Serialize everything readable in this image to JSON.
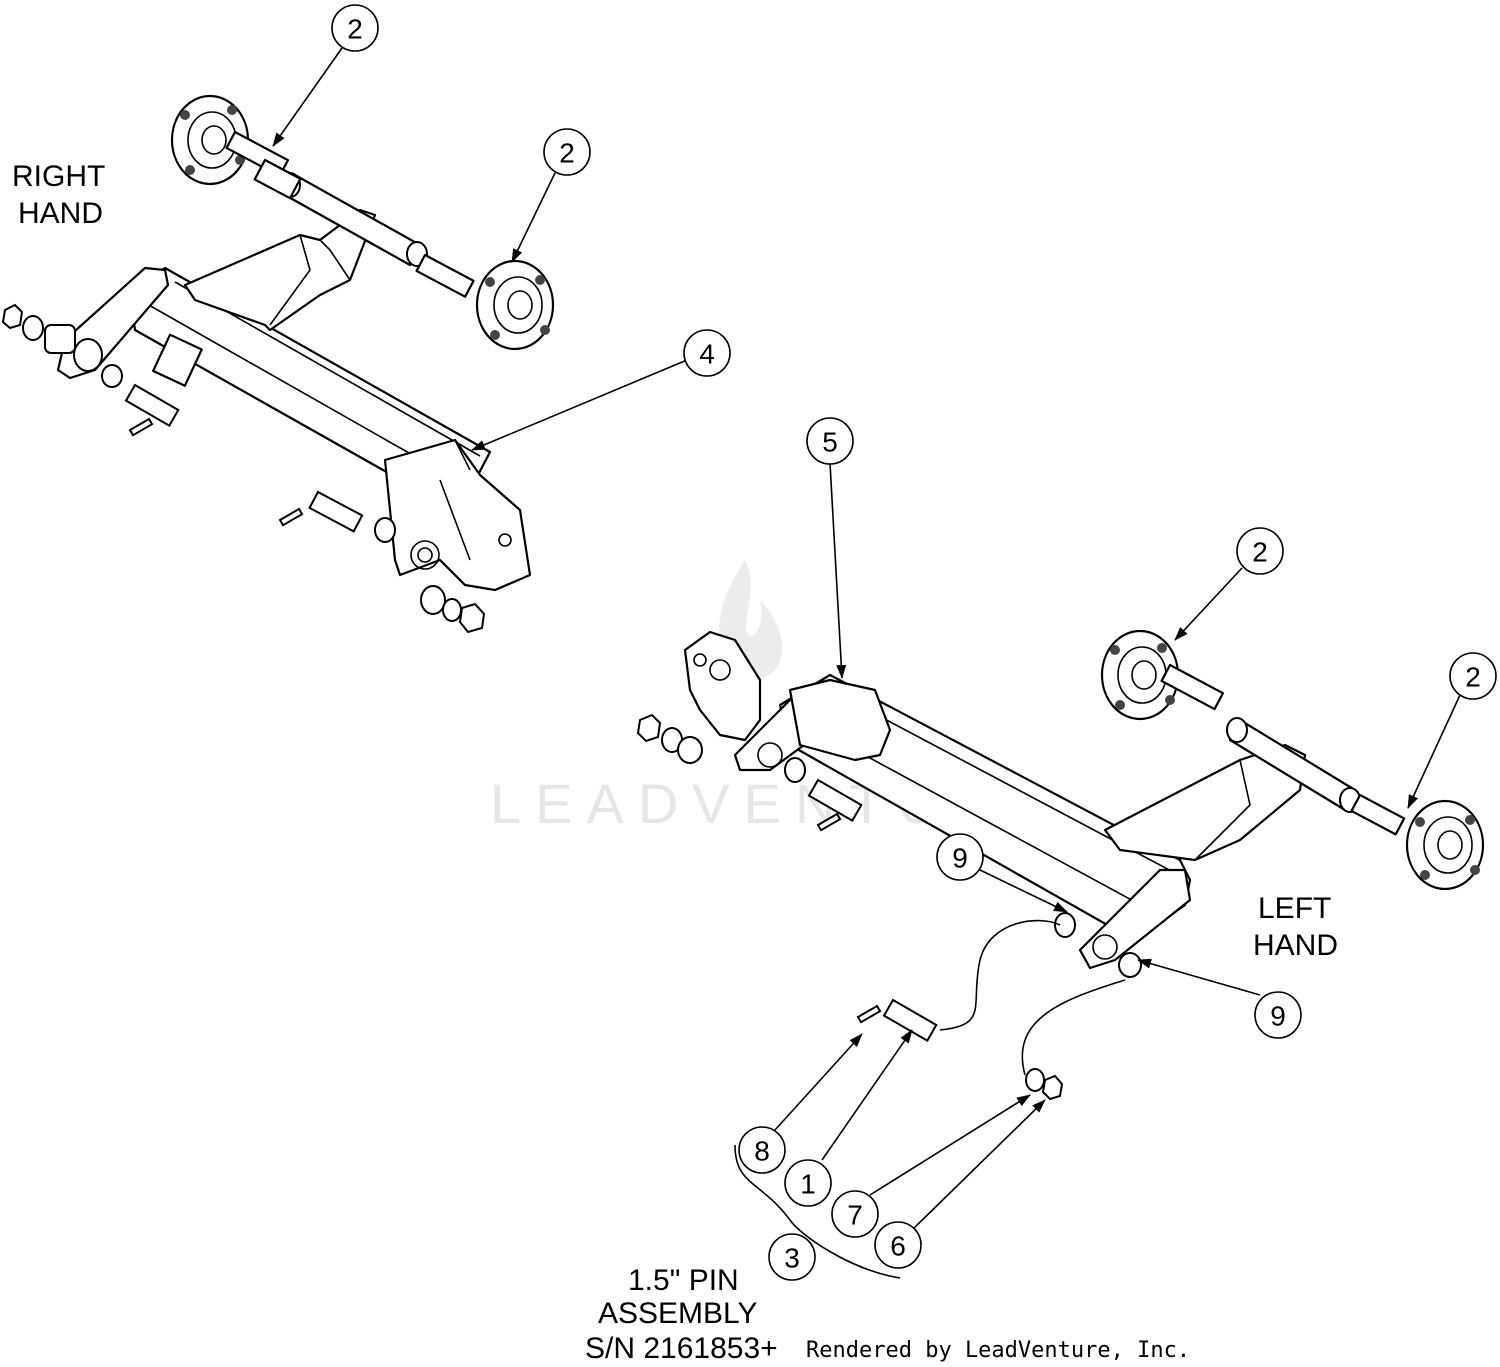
{
  "labels": {
    "right_hand_l1": "RIGHT",
    "right_hand_l2": "HAND",
    "left_hand_l1": "LEFT",
    "left_hand_l2": "HAND",
    "pin_assembly_l1": "1.5\" PIN",
    "pin_assembly_l2": "ASSEMBLY",
    "pin_assembly_l3": "S/N 2161853+"
  },
  "watermark": "LEADVENTURE",
  "footer": "Rendered by LeadVenture, Inc.",
  "callouts": [
    "2",
    "2",
    "4",
    "5",
    "2",
    "2",
    "9",
    "9",
    "8",
    "1",
    "7",
    "6",
    "3"
  ]
}
